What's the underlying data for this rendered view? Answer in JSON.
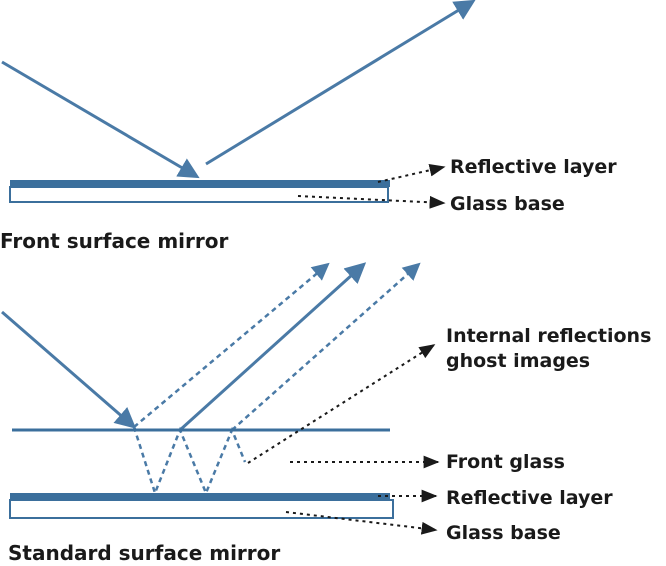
{
  "front_mirror": {
    "labels": {
      "reflective_layer": "Reflective layer",
      "glass_base": "Glass base"
    },
    "caption": "Front surface mirror"
  },
  "standard_mirror": {
    "labels": {
      "ghost_line1": "Internal reflections",
      "ghost_line2": "ghost images",
      "front_glass": "Front glass",
      "reflective_layer": "Reflective layer",
      "glass_base": "Glass base"
    },
    "caption": "Standard surface mirror"
  },
  "colors": {
    "ray": "#4a7aa6",
    "layer": "#3b6f9c",
    "pointer": "#1a1a1a"
  }
}
